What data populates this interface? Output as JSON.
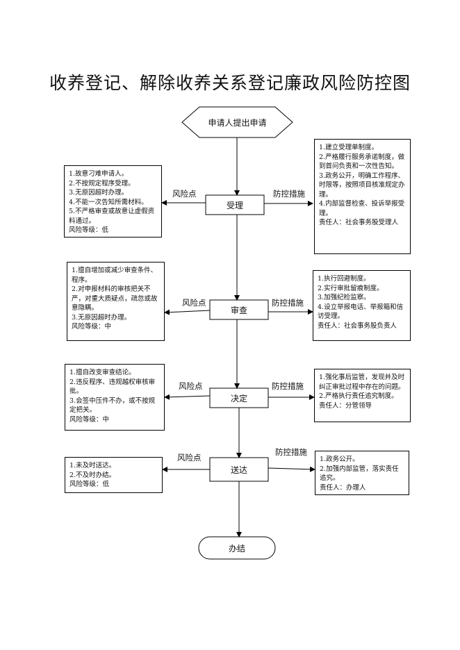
{
  "title": "收养登记、解除收养关系登记廉政风险防控图",
  "start": "申请人提出申请",
  "end": "办结",
  "risk_label": "风险点",
  "control_label": "防控措施",
  "steps": [
    {
      "name": "受理",
      "risk": [
        "1.故意刁难申请人。",
        "2.不按规定程序受理。",
        "3.无原因超时办理。",
        "4.不能一次告知所需材料。",
        "5.不严格审查或故意让虚假资料通过。",
        "风险等级：低"
      ],
      "control": [
        "1.建立受理单制度。",
        "2.严格履行服务承诺制度，做到首问负责和一次性告知。",
        "3.政务公开，明确工作程序、时限等，按照项目核准规定办理。",
        "4.内部监督检查、投诉举报受理。",
        "责任人：社会事务股受理人"
      ]
    },
    {
      "name": "审查",
      "risk": [
        "1.擅自增加或减少审查条件、程序。",
        "2.对申报材料的审核把关不严，对重大质疑点，疏忽或故意隐瞒。",
        "3.无原因超时办理。",
        "风险等级：中"
      ],
      "control": [
        "1.执行回避制度。",
        "2.实行审批留痕制度。",
        "3.加强纪检监察。",
        "4.设立举报电话、举报箱和信访受理。",
        "责任人：社会事务股负责人"
      ]
    },
    {
      "name": "决定",
      "risk": [
        "1.擅自改变审查结论。",
        "2.违反程序、违规越权审核审批。",
        "3.会签中压件不办，或不按规定把关。",
        "风险等级：中"
      ],
      "control": [
        "1.强化事后监管，发现并及时纠正审批过程中存在的问题。",
        "2.严格执行责任追究制度。",
        "责任人：分管领导"
      ]
    },
    {
      "name": "送达",
      "risk": [
        "1.未及时送达。",
        "2.不及时办结。",
        "风险等级：低"
      ],
      "control": [
        "1.政务公开。",
        "2.加强内部监管，落实责任追究。",
        "责任人：办理人"
      ]
    }
  ]
}
